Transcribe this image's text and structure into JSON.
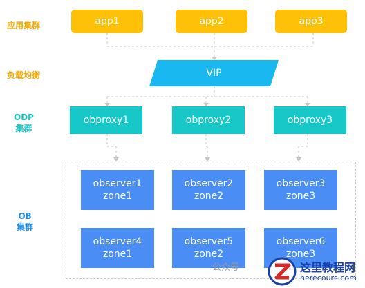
{
  "labels": {
    "app_cluster": "应用集群",
    "load_balance": "负载均衡",
    "odp_line1": "ODP",
    "odp_line2": "集群",
    "ob_line1": "OB",
    "ob_line2": "集群"
  },
  "apps": [
    "app1",
    "app2",
    "app3"
  ],
  "vip": "VIP",
  "obproxies": [
    "obproxy1",
    "obproxy2",
    "obproxy3"
  ],
  "observers": [
    {
      "name": "observer1",
      "zone": "zone1"
    },
    {
      "name": "observer2",
      "zone": "zone2"
    },
    {
      "name": "observer3",
      "zone": "zone3"
    },
    {
      "name": "observer4",
      "zone": "zone1"
    },
    {
      "name": "observer5",
      "zone": "zone2"
    },
    {
      "name": "observer6",
      "zone": "zone3"
    }
  ],
  "watermark": {
    "text": "公众号 ·",
    "logo_title": "这里教程网",
    "logo_url": "herecours.com"
  },
  "colors": {
    "app": "#ffc107",
    "vip": "#1ab8f0",
    "odp": "#18c8c8",
    "observer": "#4a8ef5",
    "label_orange": "#f5a800",
    "label_teal": "#18c4c4",
    "label_blue": "#1e88e5"
  }
}
